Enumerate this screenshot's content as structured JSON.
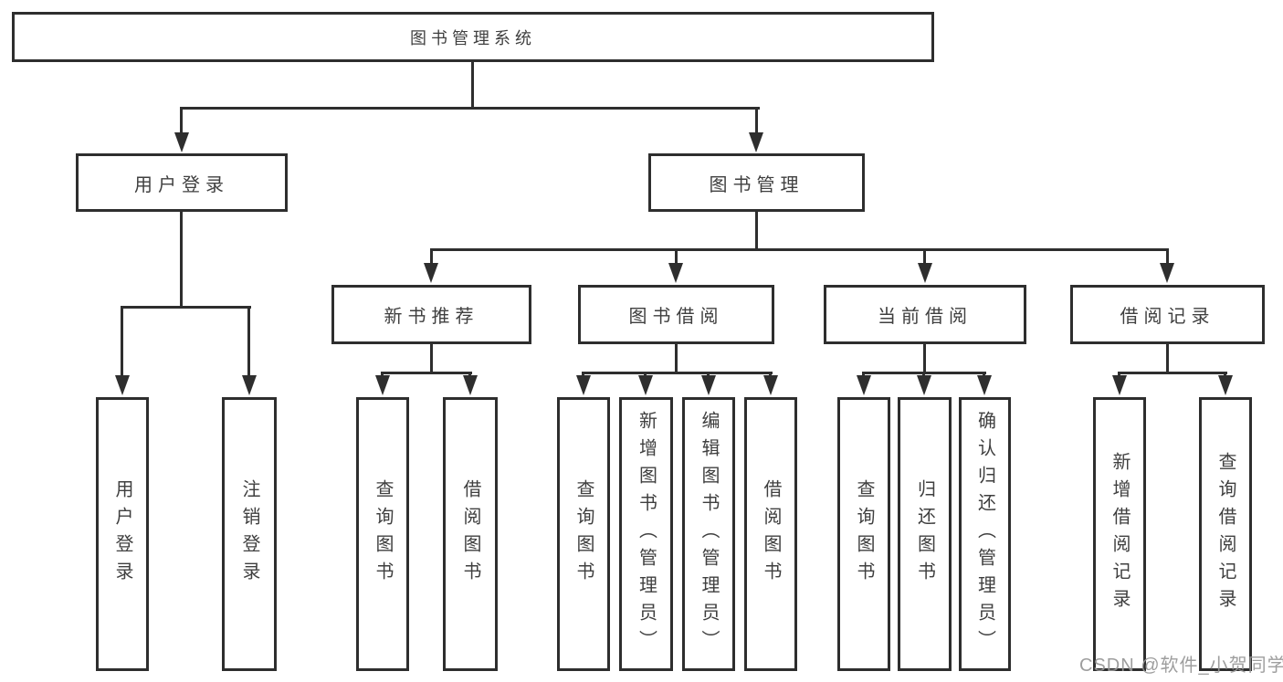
{
  "tree": {
    "label": "图书管理系统",
    "children": [
      {
        "label": "用户登录",
        "children": [
          {
            "label": "用户登录"
          },
          {
            "label": "注销登录"
          }
        ]
      },
      {
        "label": "图书管理",
        "children": [
          {
            "label": "新书推荐",
            "children": [
              {
                "label": "查询图书"
              },
              {
                "label": "借阅图书"
              }
            ]
          },
          {
            "label": "图书借阅",
            "children": [
              {
                "label": "查询图书"
              },
              {
                "label": "新增图书（管理员）"
              },
              {
                "label": "编辑图书（管理员）"
              },
              {
                "label": "借阅图书"
              }
            ]
          },
          {
            "label": "当前借阅",
            "children": [
              {
                "label": "查询图书"
              },
              {
                "label": "归还图书"
              },
              {
                "label": "确认归还（管理员）"
              }
            ]
          },
          {
            "label": "借阅记录",
            "children": [
              {
                "label": "新增借阅记录"
              },
              {
                "label": "查询借阅记录"
              }
            ]
          }
        ]
      }
    ]
  },
  "watermark": "CSDN @软件_小贺同学",
  "colors": {
    "line": "#2e2e2e",
    "text": "#3f3f3f",
    "background": "#ffffff",
    "watermark": "#969696"
  }
}
